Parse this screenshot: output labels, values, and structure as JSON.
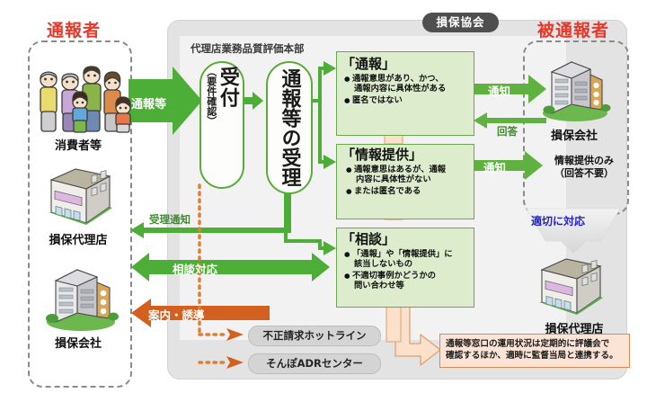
{
  "columns": {
    "left_header": "通報者",
    "right_header": "被通報者",
    "center_pill": "損保協会"
  },
  "center_panel": {
    "title": "代理店業務品質評価本部",
    "steps": [
      {
        "label": "受付",
        "sub": "（要件確認）"
      },
      {
        "label": "通報等の受理",
        "sub": ""
      }
    ]
  },
  "categories": [
    {
      "title": "「通報」",
      "bullets": [
        {
          "line1": "通報意思があり、かつ、",
          "line2": "通報内容に具体性がある"
        },
        {
          "line1": "匿名ではない",
          "line2": ""
        }
      ]
    },
    {
      "title": "「情報提供」",
      "bullets": [
        {
          "line1": "通報意思はあるが、通報",
          "line2": "内容に具体性がない"
        },
        {
          "line1": "または匿名である",
          "line2": ""
        }
      ]
    },
    {
      "title": "「相談」",
      "bullets": [
        {
          "line1": "「通報」や「情報提供」に",
          "line2": "該当しないもの"
        },
        {
          "line1": "不適切事例かどうかの",
          "line2": "問い合わせ等"
        }
      ]
    }
  ],
  "left_entities": [
    {
      "icon": "family-icon",
      "label": "消費者等"
    },
    {
      "icon": "agency-building-icon",
      "label": "損保代理店"
    },
    {
      "icon": "insurance-company-building-icon",
      "label": "損保会社"
    }
  ],
  "right_entities": [
    {
      "icon": "insurance-company-building-icon",
      "label": "損保会社"
    },
    {
      "icon": "agency-building-icon",
      "label": "損保代理店"
    }
  ],
  "arrows": {
    "report_in": "通報等",
    "receipt_notice": "受理通知",
    "consultation_response": "相談対応",
    "guidance": "案内・誘導",
    "notice_1": "通知",
    "reply_1": "回答",
    "notice_2": "通知",
    "appropriate_response": "適切に対応"
  },
  "right_notes": {
    "info_only_line1": "情報提供のみ",
    "info_only_line2": "（回答不要）"
  },
  "hotlines": [
    "不正請求ホットライン",
    "そんぽADRセンター"
  ],
  "footnote": {
    "line1": "通報等窓口の運用状況は定期的に評議会で",
    "line2": "確認するほか、適時に監督当局と連携する。"
  },
  "colors": {
    "red_header": "#e8382a",
    "arrow_green": "#4CAE36",
    "line_green": "#5aab3a",
    "box_green_fill": "#ddeccd",
    "orange": "#D4601F",
    "note_fill": "#fbe4d5",
    "panel_gray": "#e3e3e3",
    "pill_gray": "#4f4f4f",
    "blue_label": "#2323c8"
  }
}
